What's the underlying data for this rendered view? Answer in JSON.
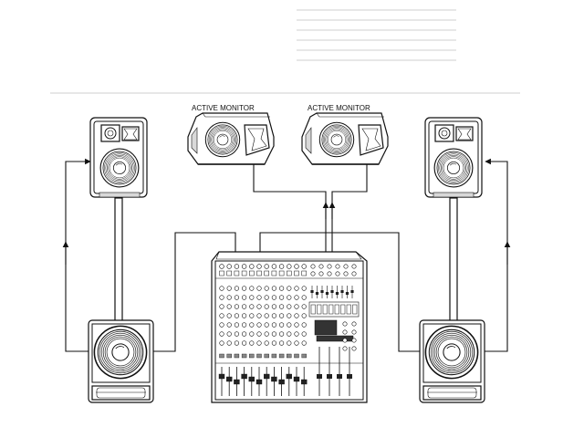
{
  "labels": {
    "monitor_left": "ACTIVE MONITOR",
    "monitor_right": "ACTIVE MONITOR"
  },
  "mixer": {
    "channel_count": 12
  }
}
